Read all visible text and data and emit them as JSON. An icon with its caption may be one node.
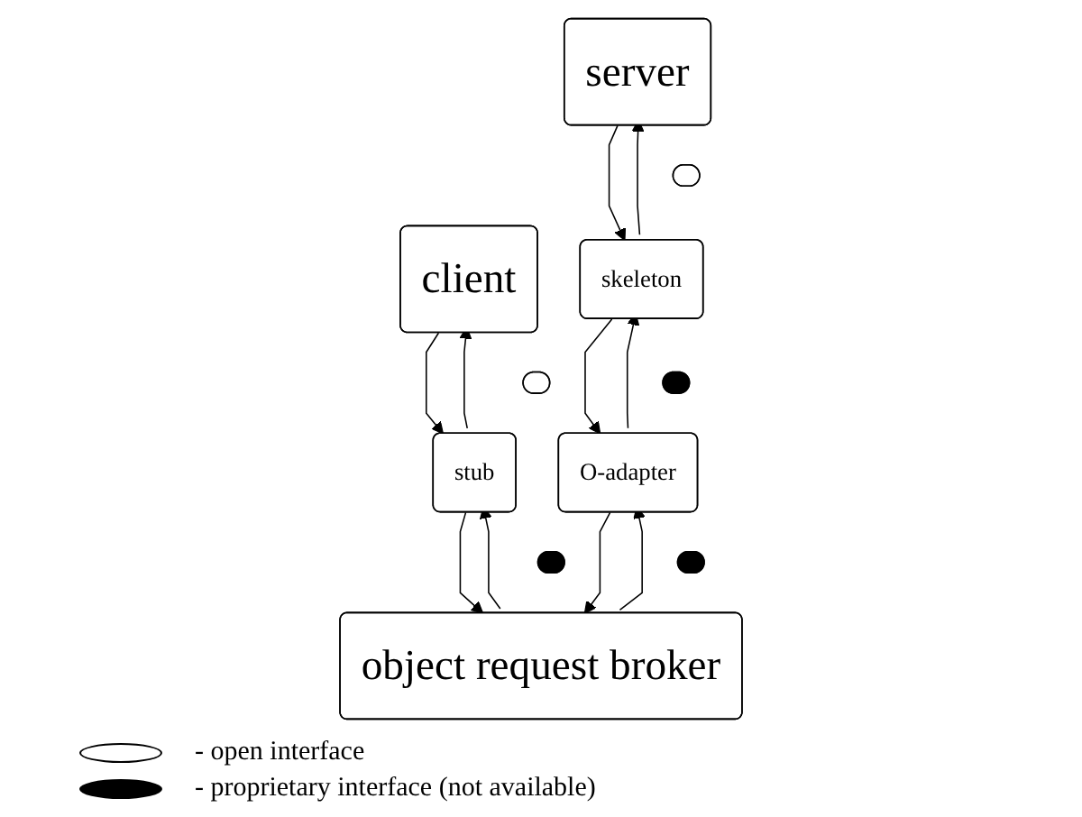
{
  "diagram": {
    "nodes": [
      {
        "text": [
          "client"
        ]
      },
      {
        "text": [
          "server"
        ]
      },
      {
        "text": [],
        "shape": "ellipse"
      },
      {
        "text": [
          "stub"
        ]
      },
      {
        "text": [],
        "shape": "ellipse"
      },
      {
        "text": [
          "skeleton"
        ]
      },
      {
        "text": [],
        "shape": "ellipse"
      },
      {
        "text": [],
        "shape": "ellipse"
      },
      {
        "text": [
          "O-adapter"
        ]
      },
      {
        "text": [],
        "shape": "ellipse"
      },
      {
        "text": [
          "object request broker"
        ]
      }
    ],
    "edges": [
      {
        "from": 0,
        "to": 3,
        "arrow": "to"
      },
      {
        "from": 3,
        "to": 0,
        "arrow": "to"
      },
      {
        "from": 1,
        "to": 5,
        "arrow": "to"
      },
      {
        "from": 5,
        "to": 1,
        "arrow": "to"
      },
      {
        "from": 5,
        "to": 8,
        "arrow": "to"
      },
      {
        "from": 8,
        "to": 5,
        "arrow": "to"
      },
      {
        "from": 3,
        "to": 10,
        "arrow": "to"
      },
      {
        "from": 10,
        "to": 3,
        "arrow": "to"
      },
      {
        "from": 8,
        "to": 10,
        "arrow": "to"
      },
      {
        "from": 10,
        "to": 8,
        "arrow": "to"
      }
    ],
    "legend": [
      {
        "text": "- open interface",
        "color": "#ffffff"
      },
      {
        "text": "- proprietary interface (not available)",
        "color": "#000000"
      }
    ]
  }
}
